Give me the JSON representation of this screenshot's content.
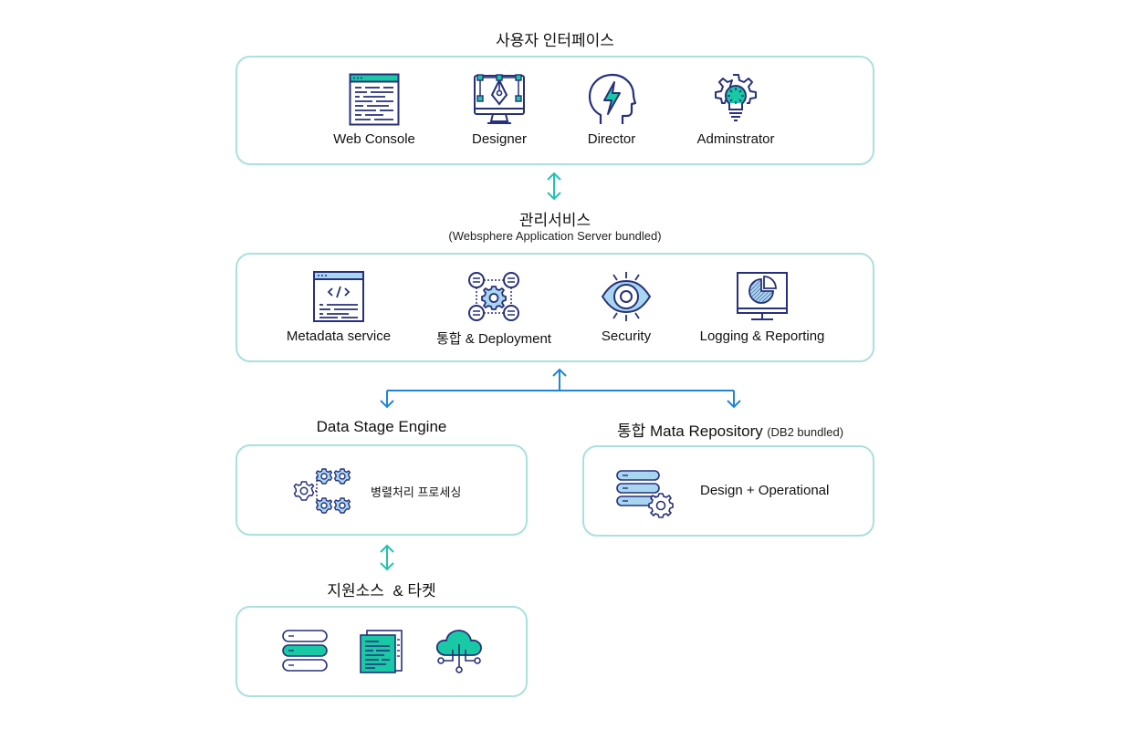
{
  "user_interface": {
    "title": "사용자 인터페이스",
    "items": [
      {
        "label": "Web Console",
        "icon": "web-console-icon"
      },
      {
        "label": "Designer",
        "icon": "pen-tool-icon"
      },
      {
        "label": "Director",
        "icon": "head-lightning-icon"
      },
      {
        "label": "Adminstrator",
        "icon": "gear-bulb-icon"
      }
    ]
  },
  "management": {
    "title": "관리서비스",
    "subtitle": "(Websphere Application Server bundled)",
    "items": [
      {
        "label": "Metadata service",
        "icon": "code-window-icon"
      },
      {
        "label": "통합 & Deployment",
        "icon": "gear-network-icon"
      },
      {
        "label": "Security",
        "icon": "eye-icon"
      },
      {
        "label": "Logging & Reporting",
        "icon": "monitor-pie-icon"
      }
    ]
  },
  "engine": {
    "title": "Data Stage Engine",
    "label": "병렬처리 프로세싱",
    "icon": "gears-tree-icon"
  },
  "repository": {
    "title": "통합 Mata Repository",
    "title_note": "(DB2 bundled)",
    "label": "Design + Operational",
    "icon": "database-gear-icon"
  },
  "sources": {
    "title": "지원소스  & 타켓",
    "icons": [
      "server-stack-icon",
      "documents-icon",
      "cloud-network-icon"
    ]
  },
  "colors": {
    "border": "#a9e1dc",
    "teal": "#19c9a6",
    "navy": "#27307a",
    "light_blue": "#a8d6f0",
    "arrow_teal": "#22c2ae",
    "arrow_blue": "#1f86d6"
  }
}
